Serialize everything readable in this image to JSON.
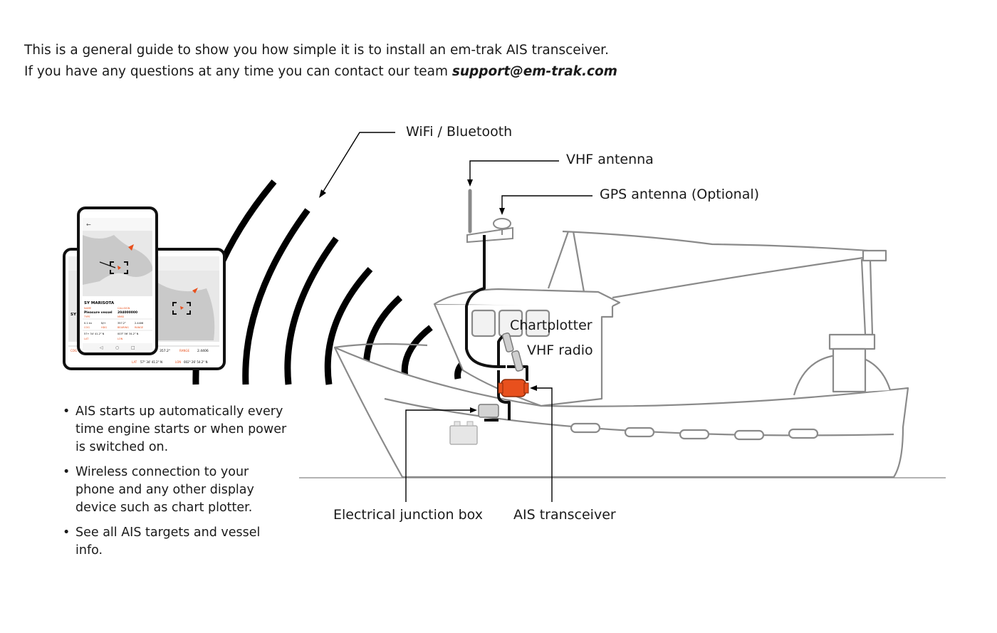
{
  "intro": {
    "line1": "This is a general guide to show you how simple it is to install an em-trak AIS transceiver.",
    "line2_prefix": "If you have any questions at any time you can contact our team ",
    "line2_email": "support@em-trak.com"
  },
  "callouts": {
    "wifi": "WiFi / Bluetooth",
    "vhf_antenna": "VHF antenna",
    "gps_antenna": "GPS antenna (Optional)",
    "chartplotter": "Chartplotter",
    "vhf_radio": "VHF radio",
    "junction_box": "Electrical junction box",
    "ais_transceiver": "AIS transceiver"
  },
  "bullets": [
    "AIS starts up automatically every time engine starts or when power is switched on.",
    "Wireless connection to your phone and any other display device such as chart plotter.",
    "See all AIS targets and vessel info."
  ],
  "phone_app": {
    "vessel_name": "SY MARISOTA",
    "name_label": "NAME",
    "name_value": "Pleasure vessel",
    "callsign_label": "CALLSIGN",
    "callsign_value": "204000000",
    "type_label": "TYPE",
    "mmsi_label": "MMSI",
    "row1": [
      "0.1 kn",
      "N/+",
      "357.2°",
      "2.4406"
    ],
    "cog_label": "COG",
    "hdg_label": "HDG",
    "bearing_label": "BEARING",
    "range_label": "RANGE",
    "row2": [
      "57+ 34' 41.2° N",
      "003° 56' 34.2° N"
    ],
    "lat_label": "LAT",
    "lon_label": "LON"
  },
  "tablet_app": {
    "vessel_name": "SY M",
    "bearing_value": "357.2°",
    "range_label": "RANGE",
    "range_value": "2.4406",
    "lat_label": "LAT",
    "lat_value": "57° 34' 41.2° N",
    "lon_label": "LON",
    "lon_value": "002° 26' 54.2° N",
    "cog_label": "COG"
  },
  "colors": {
    "ais_orange": "#e8501d",
    "cable": "#111111",
    "outline": "#8a8a8a",
    "map_land": "#c9c9c9"
  }
}
